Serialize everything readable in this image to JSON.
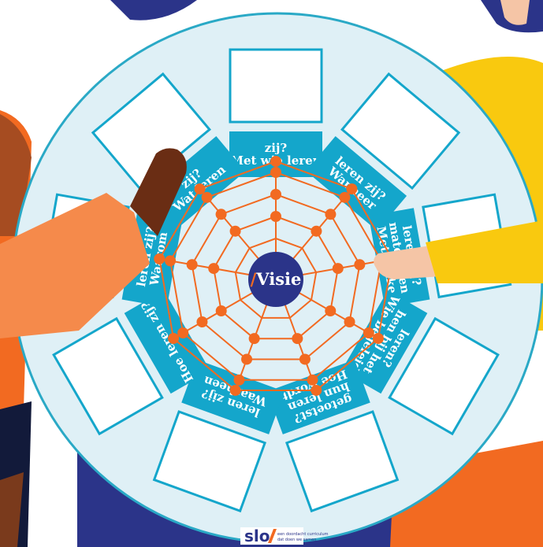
{
  "center": {
    "slash": "/",
    "label": "Visie"
  },
  "segments": [
    {
      "id": "met-wie",
      "lines": [
        "Met wie leren",
        "zij?"
      ]
    },
    {
      "id": "wanneer",
      "lines": [
        "Wanneer",
        "leren zij?"
      ]
    },
    {
      "id": "welke",
      "lines": [
        "Met welke",
        "materialen",
        "leren zij?"
      ]
    },
    {
      "id": "wie-begeleidt",
      "lines": [
        "Wie begeleidt",
        "hen bij het",
        "leren?"
      ]
    },
    {
      "id": "getoetst",
      "lines": [
        "Hoe wordt",
        "hun leren",
        "getoetst?"
      ]
    },
    {
      "id": "waarheen",
      "lines": [
        "Waarheen",
        "leren zij?"
      ]
    },
    {
      "id": "hoe-leren",
      "lines": [
        "Hoe leren zij?"
      ]
    },
    {
      "id": "waarom",
      "lines": [
        "Waarom",
        "leren zij?"
      ]
    },
    {
      "id": "wat",
      "lines": [
        "Wat leren",
        "zij?"
      ]
    }
  ],
  "logo": {
    "word": "slo",
    "tagline_1": "een doordacht curriculum",
    "tagline_2": "dat doen we samen"
  },
  "colors": {
    "disc": "#dff0f6",
    "disc_border": "#2aa9c6",
    "banner": "#14a6cb",
    "web": "#f26a21",
    "center": "#2b3489",
    "accent_slash": "#f26a21",
    "navy": "#2b3489",
    "orange": "#f26a21",
    "yellow": "#f9c90f",
    "skin_dark": "#6a2d14",
    "skin_light": "#f5c5a6"
  }
}
